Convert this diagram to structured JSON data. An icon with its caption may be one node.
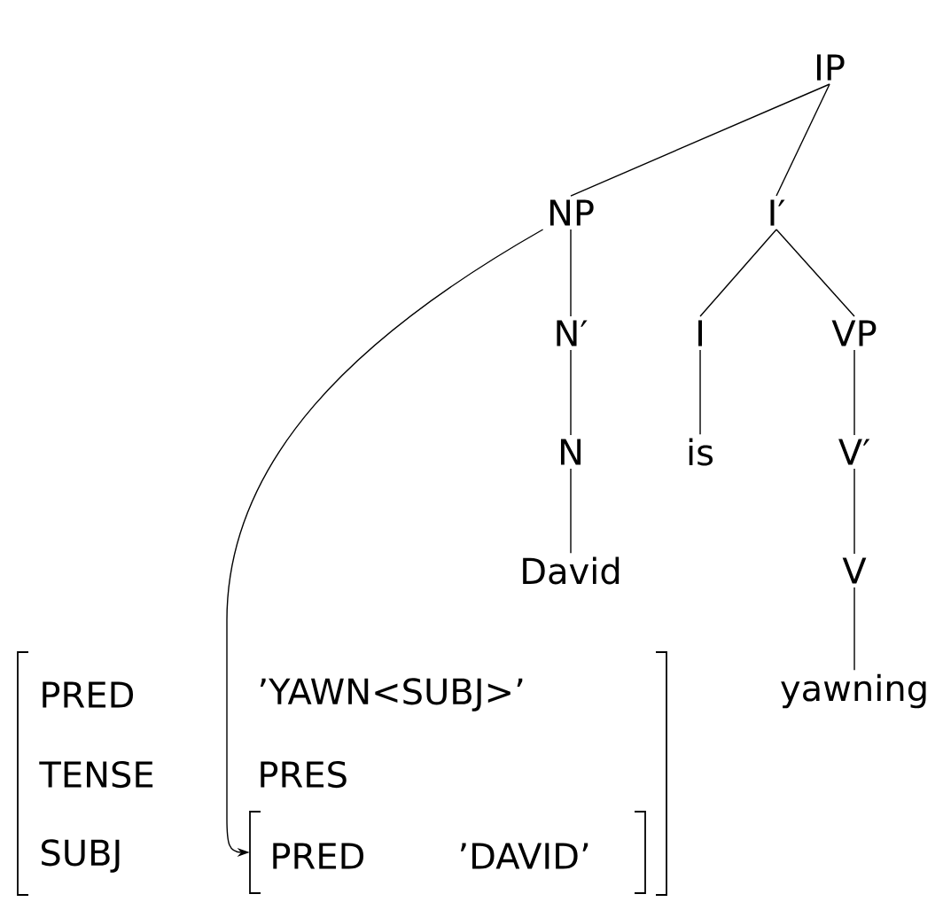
{
  "diagram": {
    "nodes": [
      {
        "text": [
          "IP"
        ]
      },
      {
        "text": [
          "NP"
        ]
      },
      {
        "text": [
          "I′"
        ]
      },
      {
        "text": [
          "N′"
        ]
      },
      {
        "text": [
          "I"
        ]
      },
      {
        "text": [
          "VP"
        ]
      },
      {
        "text": [
          "N"
        ]
      },
      {
        "text": [
          "is"
        ]
      },
      {
        "text": [
          "V′"
        ]
      },
      {
        "text": [
          "David"
        ]
      },
      {
        "text": [
          "V"
        ]
      },
      {
        "text": [
          "yawning"
        ]
      },
      {
        "text": [
          "PRED",
          "’YAWN<SUBJ>’",
          "TENSE",
          "PRES",
          "SUBJ"
        ]
      },
      {
        "text": [
          "PRED",
          "’DAVID’"
        ],
        "in": 12
      }
    ],
    "edges": [
      {
        "from": 0,
        "to": 1,
        "arrow": "none"
      },
      {
        "from": 0,
        "to": 2,
        "arrow": "none"
      },
      {
        "from": 1,
        "to": 3,
        "arrow": "none"
      },
      {
        "from": 2,
        "to": 4,
        "arrow": "none"
      },
      {
        "from": 2,
        "to": 5,
        "arrow": "none"
      },
      {
        "from": 3,
        "to": 6,
        "arrow": "none"
      },
      {
        "from": 4,
        "to": 7,
        "arrow": "none"
      },
      {
        "from": 5,
        "to": 8,
        "arrow": "none"
      },
      {
        "from": 6,
        "to": 9,
        "arrow": "none"
      },
      {
        "from": 8,
        "to": 10,
        "arrow": "none"
      },
      {
        "from": 10,
        "to": 11,
        "arrow": "none"
      },
      {
        "from": 1,
        "to": 13,
        "arrow": "to"
      }
    ]
  }
}
